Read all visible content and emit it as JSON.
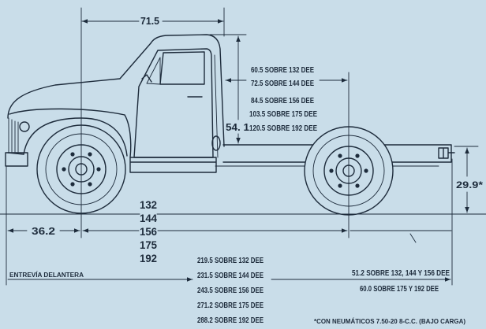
{
  "colors": {
    "paper": "#c9dde9",
    "ink": "#1d2b3b"
  },
  "dimensions": {
    "cab_length": "71.5",
    "cab_to_axle": [
      "60.5 SOBRE 132 DEE",
      "72.5 SOBRE 144 DEE",
      "84.5 SOBRE 156 DEE",
      "103.5 SOBRE 175 DEE",
      "120.5 SOBRE 192 DEE"
    ],
    "cab_height_above_frame": "54. 1",
    "frame_height": "29.9*",
    "front_overhang": "36.2",
    "wheelbase": [
      "132",
      "144",
      "156",
      "175",
      "192"
    ],
    "front_track_label": "ENTREVÍA DELANTERA",
    "overall_length": [
      "219.5 SOBRE 132 DEE",
      "231.5 SOBRE 144 DEE",
      "243.5 SOBRE 156 DEE",
      "271.2 SOBRE 175 DEE",
      "288.2 SOBRE 192 DEE"
    ],
    "rear_overhang": [
      "51.2 SOBRE 132, 144 Y 156 DEE",
      "60.0 SOBRE 175 Y 192 DEE"
    ]
  },
  "footnote": "*CON NEUMÁTICOS 7.50-20 8-C.C. (BAJO CARGA)"
}
